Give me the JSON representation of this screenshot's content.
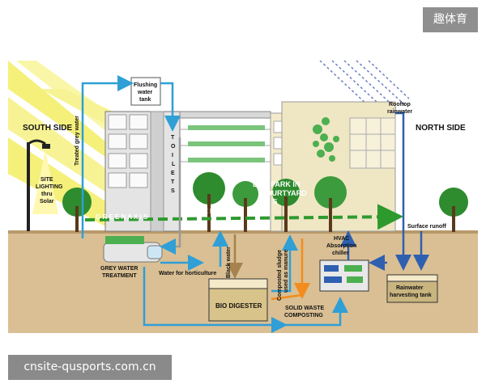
{
  "badge": "趣体育",
  "watermark": "cnsite-qusports.com.cn",
  "labels": {
    "south_side": "SOUTH SIDE",
    "north_side": "NORTH SIDE",
    "flushing_tank": [
      "Flushing",
      "water",
      "tank"
    ],
    "treated_grey_water": "Treated grey water",
    "site_lighting": [
      "SITE",
      "LIGHTING",
      "thru",
      "Solar"
    ],
    "toilets": [
      "T",
      "O",
      "I",
      "L",
      "E",
      "T",
      "S"
    ],
    "eco_park": [
      "ECO PARK IN",
      "COURTYARD",
      "S"
    ],
    "green_axis_1": "G R E E N   A X I S",
    "green_axis_2": "G R E E N   A X I S",
    "rooftop_rainwater": [
      "Rooftop",
      "rainwater"
    ],
    "surface_runoff": "Surface runoff",
    "grey_water_treatment": [
      "GREY WATER",
      "TREATMENT"
    ],
    "water_for_horticulture": "Water for horticulture",
    "black_water": "Black water",
    "composted_sludge": [
      "Composted sludge",
      "used as manure"
    ],
    "hvac": [
      "HVAC",
      "Absorption",
      "chiller"
    ],
    "bio_digester": "BIO DIGESTER",
    "solid_waste": [
      "SOLID WASTE",
      "COMPOSTING"
    ],
    "rainwater_tank": [
      "Rainwater",
      "harvesting tank"
    ]
  },
  "colors": {
    "flow_blue": "#2f9fd6",
    "dark_blue": "#2f5fb0",
    "orange": "#f28c1e",
    "brown": "#a6824f",
    "green_axis": "#2e9a2e",
    "sun": "#f5f07a",
    "ground": "#d9bf93"
  }
}
